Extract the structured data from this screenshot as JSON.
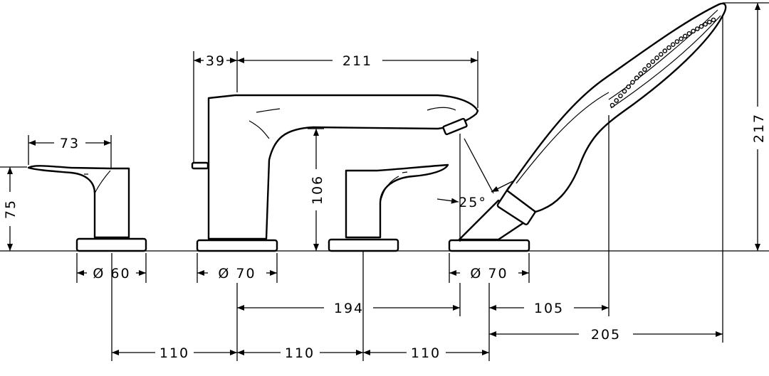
{
  "dimensions": {
    "d73": "73",
    "d75": "75",
    "d39": "39",
    "d211": "211",
    "d106": "106",
    "d25": "25°",
    "d217": "217",
    "dia60": "Ø 60",
    "dia70a": "Ø 70",
    "dia70b": "Ø 70",
    "d194": "194",
    "d105": "105",
    "d205": "205",
    "d110a": "110",
    "d110b": "110",
    "d110c": "110"
  }
}
